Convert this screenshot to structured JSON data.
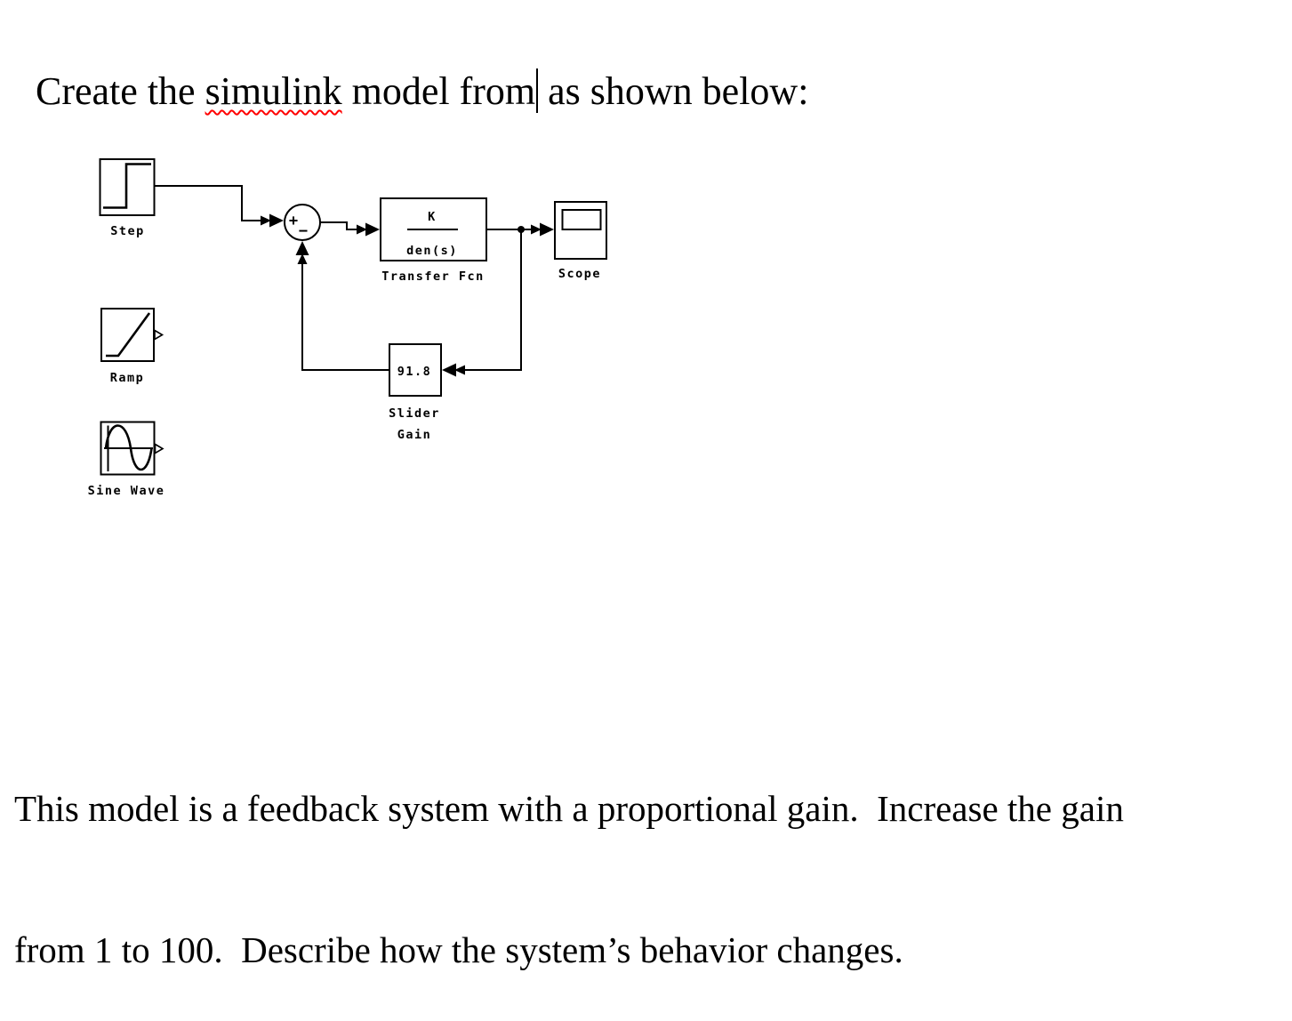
{
  "document": {
    "heading": {
      "prefix": "Create the ",
      "misspelled_word": "simulink",
      "middle": " model from",
      "suffix": " as shown below:"
    },
    "footer": {
      "line1": "This model is a feedback system with a proportional gain.  Increase the gain",
      "line2": "from 1 to 100.  Describe how the system’s behavior changes."
    }
  },
  "diagram": {
    "blocks": {
      "step": {
        "label": "Step"
      },
      "ramp": {
        "label": "Ramp"
      },
      "sine_wave": {
        "label": "Sine Wave"
      },
      "sum": {
        "plus_sign": "+",
        "minus_sign": "−"
      },
      "transfer_fcn": {
        "numerator": "K",
        "denominator": "den(s)",
        "label": "Transfer Fcn"
      },
      "scope": {
        "label": "Scope"
      },
      "slider_gain": {
        "value": "91.8",
        "label_line1": "Slider",
        "label_line2": "Gain"
      }
    }
  },
  "colors": {
    "background": "#ffffff",
    "ink": "#000000",
    "spellcheck_underline": "#ff0000"
  }
}
